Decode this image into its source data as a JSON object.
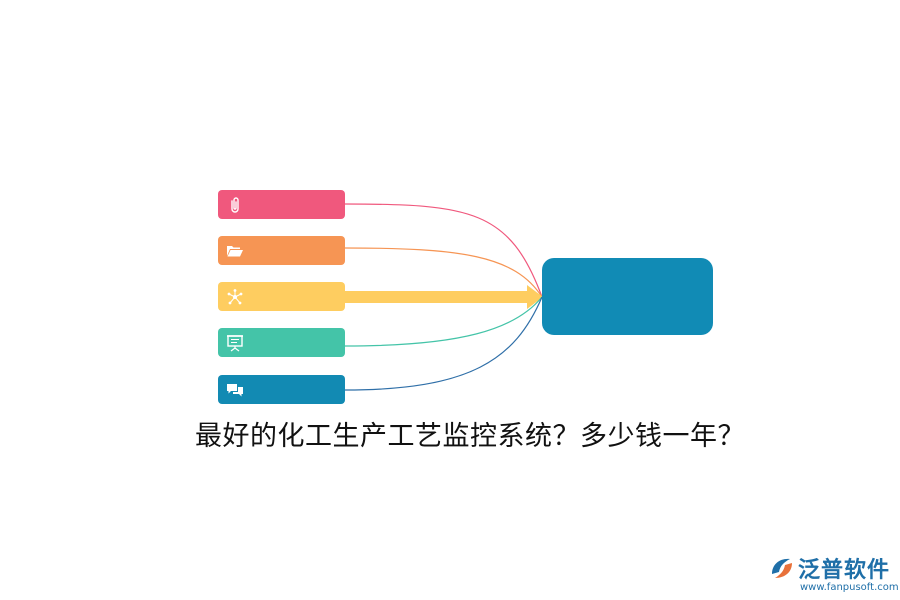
{
  "diagram": {
    "title": "最好的化工生产工艺监控系统？多少钱一年？",
    "nodes": [
      {
        "id": "node-1",
        "icon": "paperclip-icon",
        "color": "#f0587d"
      },
      {
        "id": "node-2",
        "icon": "folder-open-icon",
        "color": "#f69554"
      },
      {
        "id": "node-3",
        "icon": "network-icon",
        "color": "#fecd60"
      },
      {
        "id": "node-4",
        "icon": "presentation-board-icon",
        "color": "#44c4a8"
      },
      {
        "id": "node-5",
        "icon": "chat-bubbles-icon",
        "color": "#128ab3"
      }
    ],
    "hub": {
      "color": "#118bb5"
    }
  },
  "brand": {
    "name": "泛普软件",
    "url": "www.fanpusoft.com",
    "color": "#1f6fa8"
  }
}
